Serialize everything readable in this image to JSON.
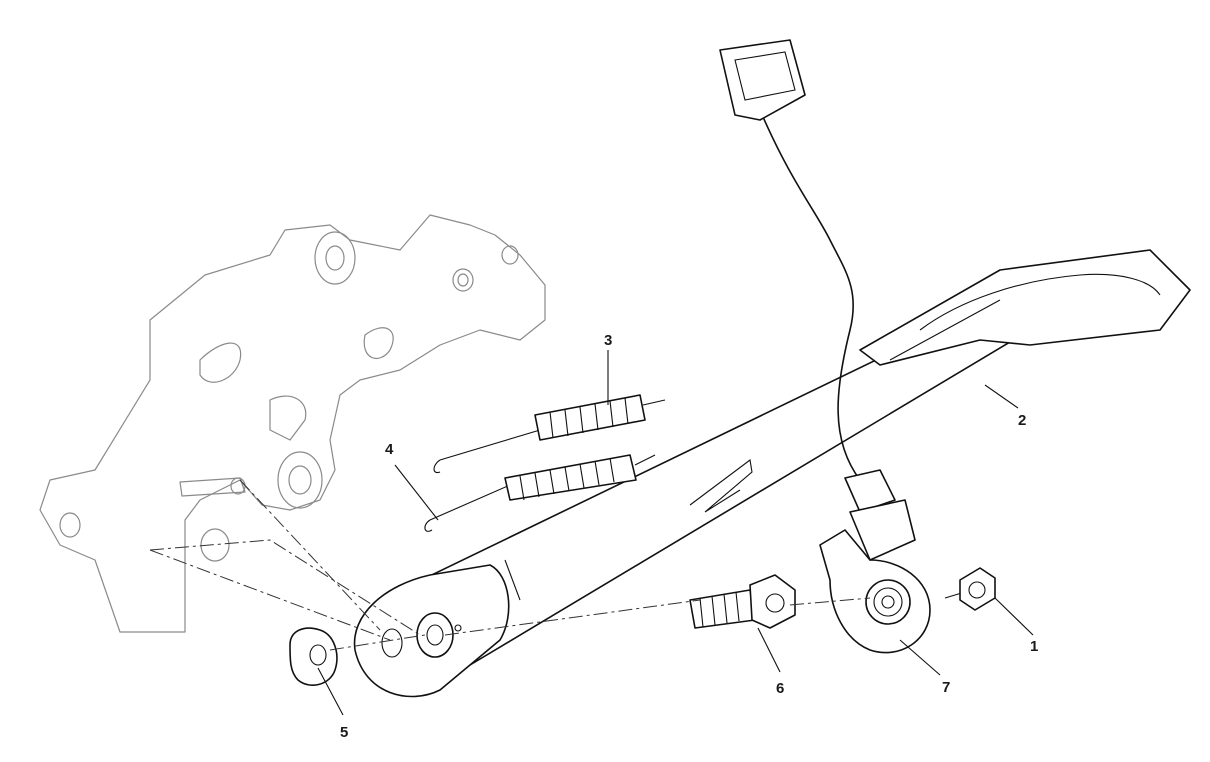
{
  "diagram": {
    "callouts": [
      {
        "id": "c1",
        "label": "1"
      },
      {
        "id": "c2",
        "label": "2"
      },
      {
        "id": "c3",
        "label": "3"
      },
      {
        "id": "c4",
        "label": "4"
      },
      {
        "id": "c5",
        "label": "5"
      },
      {
        "id": "c6",
        "label": "6"
      },
      {
        "id": "c7",
        "label": "7"
      }
    ]
  }
}
